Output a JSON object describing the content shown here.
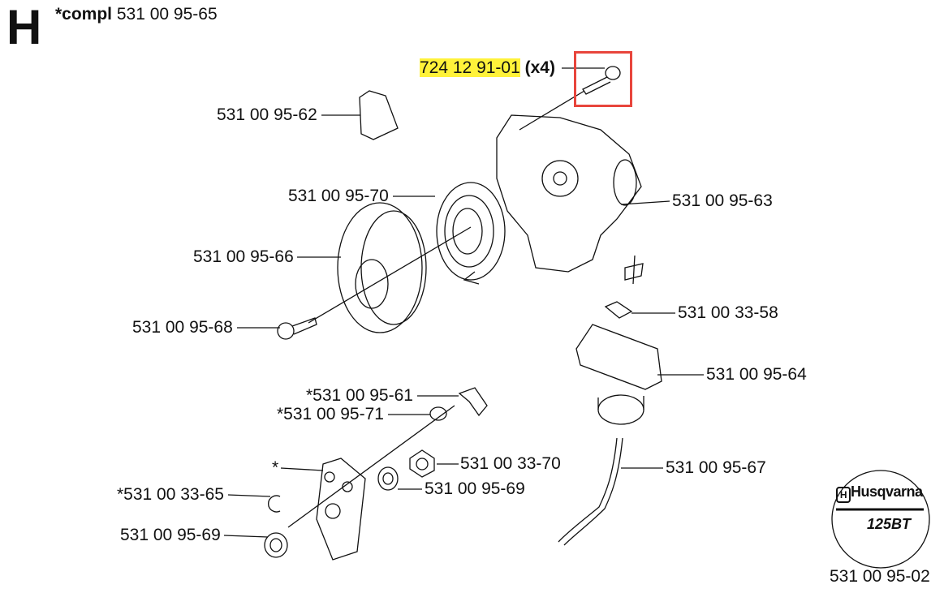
{
  "section_letter": "H",
  "assembly": {
    "prefix": "*compl",
    "part_number": "531 00 95-65"
  },
  "highlighted_part": {
    "part_number": "724 12 91-01",
    "quantity": "(x4)",
    "highlight_color": "#fff23a",
    "box_color": "#e8453c"
  },
  "parts": [
    "531 00 95-62",
    "531 00 95-70",
    "531 00 95-63",
    "531 00 95-66",
    "531 00 33-58",
    "531 00 95-68",
    "531 00 95-64",
    "*531 00 95-61",
    "*531 00 95-71",
    "531 00 33-70",
    "531 00 95-67",
    "*",
    "*531 00 33-65",
    "531 00 95-69",
    "531 00 95-69"
  ],
  "decal": {
    "brand": "Husqvarna",
    "model": "125BT",
    "part_number": "531 00 95-02"
  }
}
